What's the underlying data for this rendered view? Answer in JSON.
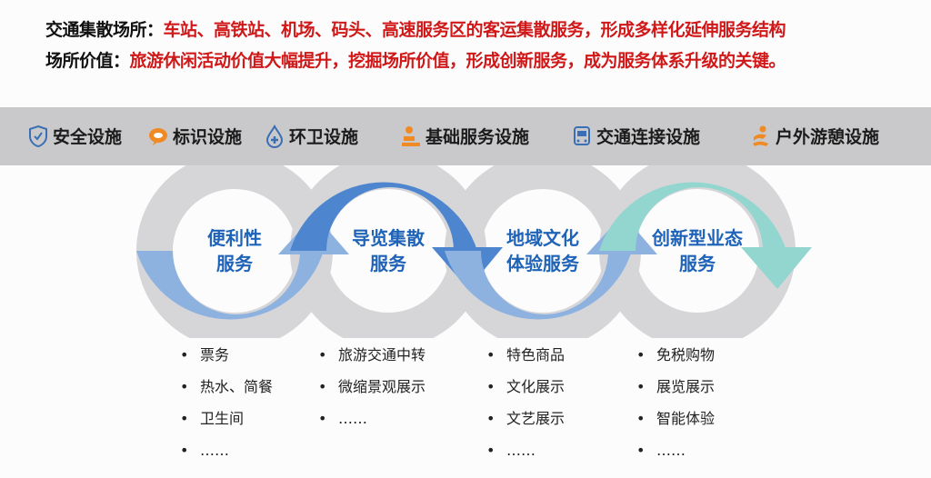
{
  "header": {
    "line1": {
      "label": "交通集散场所：",
      "text": "车站、高铁站、机场、码头、高速服务区的客运集散服务，形成多样化延伸服务结构"
    },
    "line2": {
      "label": "场所价值：",
      "text": "旅游休闲活动价值大幅提升，挖掘场所价值，形成创新服务，成为服务体系升级的关键。"
    }
  },
  "facilities": [
    {
      "label": "安全设施",
      "icon": "shield-icon",
      "color": "#3a6fb5"
    },
    {
      "label": "标识设施",
      "icon": "speech-bubble-icon",
      "color": "#f08a24"
    },
    {
      "label": "环卫设施",
      "icon": "water-drop-icon",
      "color": "#3a6fb5"
    },
    {
      "label": "基础服务设施",
      "icon": "service-desk-icon",
      "color": "#f08a24"
    },
    {
      "label": "交通连接设施",
      "icon": "bus-icon",
      "color": "#3a6fb5"
    },
    {
      "label": "户外游憩设施",
      "icon": "leisure-person-icon",
      "color": "#f08a24"
    }
  ],
  "services": [
    {
      "line1": "便利性",
      "line2": "服务",
      "color": "#8db2e0",
      "half": "bottom",
      "items": [
        "票务",
        "热水、简餐",
        "卫生间",
        "……"
      ]
    },
    {
      "line1": "导览集散",
      "line2": "服务",
      "color": "#4d86cf",
      "half": "top",
      "items": [
        "旅游交通中转",
        "微缩景观展示",
        "……"
      ]
    },
    {
      "line1": "地域文化",
      "line2": "体验服务",
      "color": "#8db2e0",
      "half": "bottom",
      "items": [
        "特色商品",
        "文化展示",
        "文艺展示",
        "……"
      ]
    },
    {
      "line1": "创新型业态",
      "line2": "服务",
      "color": "#92d6cf",
      "half": "top",
      "items": [
        "免税购物",
        "展览展示",
        "智能体验",
        "……"
      ]
    }
  ],
  "colors": {
    "ring_gray": "#d6d6d9"
  }
}
